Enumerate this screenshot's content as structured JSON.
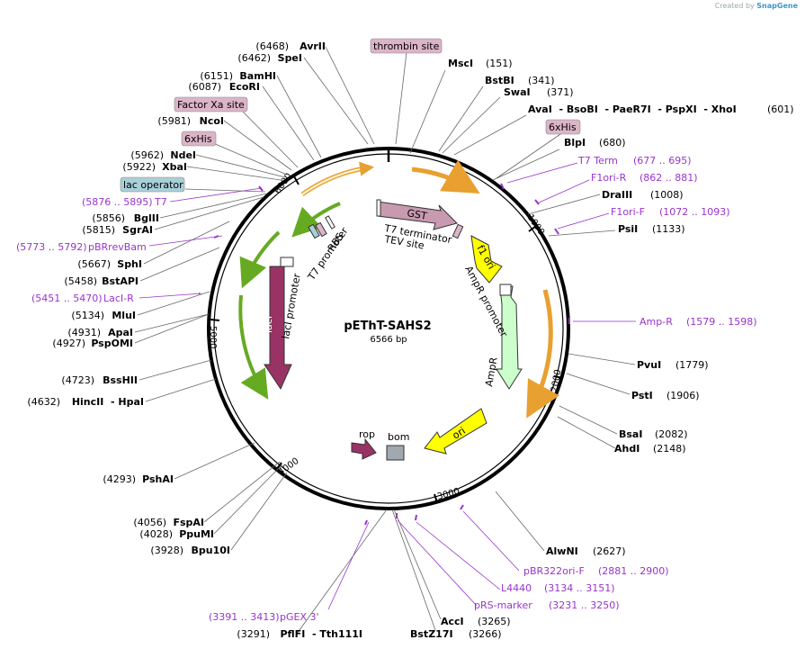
{
  "credit": {
    "prefix": "Created by",
    "brand": "SnapGene"
  },
  "plasmid": {
    "name": "pEThT-SAHS2",
    "length_label": "6566 bp",
    "length": 6566
  },
  "ticks": [
    {
      "pos": 1000,
      "label": "1000"
    },
    {
      "pos": 2000,
      "label": "2000"
    },
    {
      "pos": 3000,
      "label": "3000"
    },
    {
      "pos": 4000,
      "label": "4000"
    },
    {
      "pos": 5000,
      "label": "5000"
    },
    {
      "pos": 6000,
      "label": "6000"
    }
  ],
  "enzymes_right": [
    {
      "name": "MscI",
      "pos": "(151)"
    },
    {
      "name": "BstBI",
      "pos": "(341)"
    },
    {
      "name": "SwaI",
      "pos": "(371)"
    },
    {
      "name": "AvaI  - BsoBI  - PaeR7I  - PspXI  - XhoI",
      "pos": "(601)"
    },
    {
      "name": "BlpI",
      "pos": "(680)"
    },
    {
      "name": "DraIII",
      "pos": "(1008)"
    },
    {
      "name": "PsiI",
      "pos": "(1133)"
    },
    {
      "name": "PvuI",
      "pos": "(1779)"
    },
    {
      "name": "PstI",
      "pos": "(1906)"
    },
    {
      "name": "BsaI",
      "pos": "(2082)"
    },
    {
      "name": "AhdI",
      "pos": "(2148)"
    },
    {
      "name": "AlwNI",
      "pos": "(2627)"
    },
    {
      "name": "AccI",
      "pos": "(3265)"
    },
    {
      "name": "BstZ17I",
      "pos": "(3266)"
    }
  ],
  "enzymes_left": [
    {
      "name": "AvrII",
      "pos": "(6468)"
    },
    {
      "name": "SpeI",
      "pos": "(6462)"
    },
    {
      "name": "BamHI",
      "pos": "(6151)"
    },
    {
      "name": "EcoRI",
      "pos": "(6087)"
    },
    {
      "name": "NcoI",
      "pos": "(5981)"
    },
    {
      "name": "NdeI",
      "pos": "(5962)"
    },
    {
      "name": "XbaI",
      "pos": "(5922)"
    },
    {
      "name": "BglII",
      "pos": "(5856)"
    },
    {
      "name": "SgrAI",
      "pos": "(5815)"
    },
    {
      "name": "SphI",
      "pos": "(5667)"
    },
    {
      "name": "BstAPI",
      "pos": "(5458)"
    },
    {
      "name": "MluI",
      "pos": "(5134)"
    },
    {
      "name": "ApaI",
      "pos": "(4931)"
    },
    {
      "name": "PspOMI",
      "pos": "(4927)"
    },
    {
      "name": "BssHII",
      "pos": "(4723)"
    },
    {
      "name": "HincII  - HpaI",
      "pos": "(4632)"
    },
    {
      "name": "PshAI",
      "pos": "(4293)"
    },
    {
      "name": "FspAI",
      "pos": "(4056)"
    },
    {
      "name": "PpuMI",
      "pos": "(4028)"
    },
    {
      "name": "Bpu10I",
      "pos": "(3928)"
    },
    {
      "name": "PflFI  - Tth111I",
      "pos": "(3291)"
    }
  ],
  "primers": [
    {
      "name": "T7 Term",
      "pos": "(677 .. 695)"
    },
    {
      "name": "F1ori-R",
      "pos": "(862 .. 881)"
    },
    {
      "name": "F1ori-F",
      "pos": "(1072 .. 1093)"
    },
    {
      "name": "Amp-R",
      "pos": "(1579 .. 1598)"
    },
    {
      "name": "pBR322ori-F",
      "pos": "(2881 .. 2900)"
    },
    {
      "name": "L4440",
      "pos": "(3134 .. 3151)"
    },
    {
      "name": "pRS-marker",
      "pos": "(3231 .. 3250)"
    },
    {
      "name": "pGEX 3'",
      "pos": "(3391 .. 3413)"
    },
    {
      "name": "T7",
      "pos": "(5876 .. 5895)"
    },
    {
      "name": "pBRrevBam",
      "pos": "(5773 .. 5792)"
    },
    {
      "name": "LacI-R",
      "pos": "(5451 .. 5470)"
    }
  ],
  "boxed_features": [
    {
      "label": "thrombin site",
      "color": "#dcb4c8"
    },
    {
      "label": "Factor Xa site",
      "color": "#dcb4c8"
    },
    {
      "label": "6xHis",
      "color": "#dcb4c8"
    },
    {
      "label": "lac operator",
      "color": "#a9cfd8"
    },
    {
      "label": "6xHis",
      "color": "#dcb4c8"
    }
  ],
  "features": [
    {
      "name": "GST",
      "color": "#c89ab0"
    },
    {
      "name": "f1 ori",
      "color": "#ffff00"
    },
    {
      "name": "AmpR",
      "color": "#ccffcc"
    },
    {
      "name": "ori",
      "color": "#ffff00"
    },
    {
      "name": "lacI",
      "color": "#993366"
    },
    {
      "name": "rop",
      "color": "#993366"
    },
    {
      "name": "bom",
      "color": "#a0a8b0"
    },
    {
      "name": "T7 terminator",
      "color": "#ffffff"
    },
    {
      "name": "TEV site",
      "color": "#ffffff"
    },
    {
      "name": "AmpR promoter",
      "color": "#ffffff"
    },
    {
      "name": "lacI promoter",
      "color": "#ffffff"
    },
    {
      "name": "T7 promoter",
      "color": "#ffffff"
    },
    {
      "name": "RBS",
      "color": "#ffffff"
    }
  ],
  "colors": {
    "primer": "#9933cc",
    "orf_orange": "#e8a030",
    "orf_green": "#66aa22",
    "backbone": "#000000"
  }
}
